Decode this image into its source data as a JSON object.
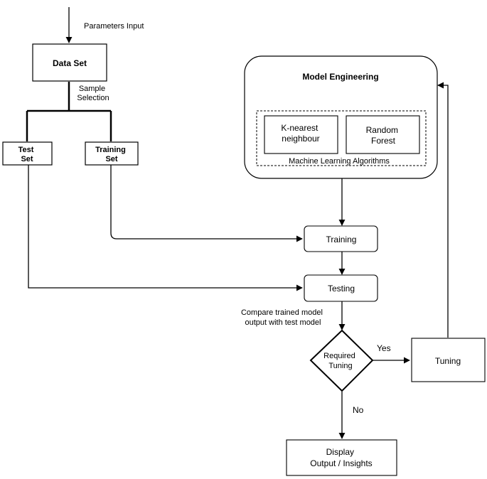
{
  "nodes": {
    "params_input": "Parameters Input",
    "data_set": "Data Set",
    "sample_selection": [
      "Sample",
      "Selection"
    ],
    "test_set": [
      "Test",
      "Set"
    ],
    "training_set": [
      "Training",
      "Set"
    ],
    "model_engineering": "Model Engineering",
    "knn": [
      "K-nearest",
      "neighbour"
    ],
    "random_forest": [
      "Random",
      "Forest"
    ],
    "ml_algorithms": "Machine Learning Algorithms",
    "training": "Training",
    "testing": "Testing",
    "compare": [
      "Compare trained model",
      "output with test model"
    ],
    "required_tuning": [
      "Required",
      "Tuning"
    ],
    "yes": "Yes",
    "no": "No",
    "tuning": "Tuning",
    "display": [
      "Display",
      "Output / Insights"
    ]
  }
}
